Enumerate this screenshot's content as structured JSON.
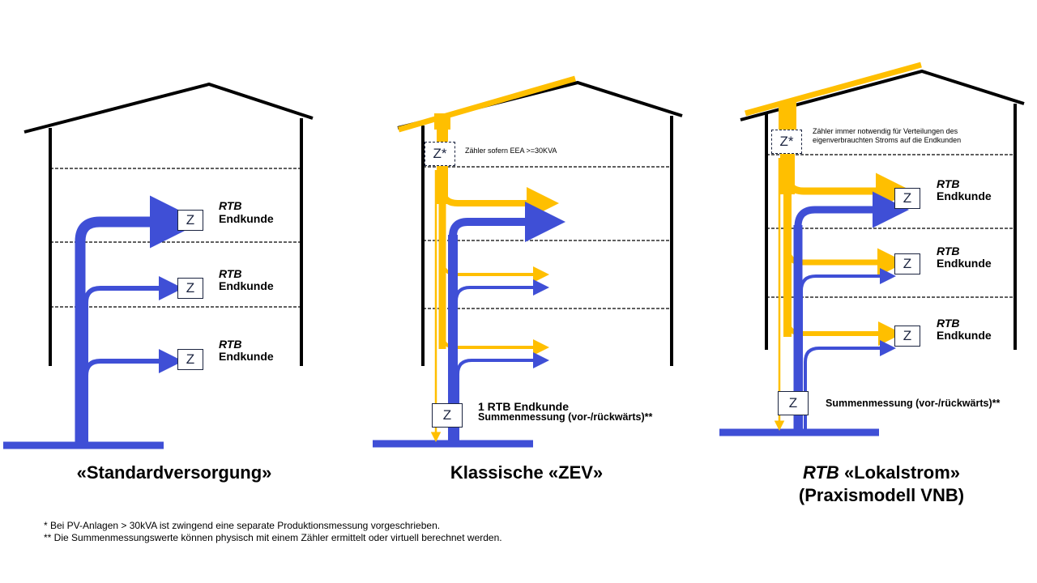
{
  "colors": {
    "blue": "#3f4fd6",
    "yellow": "#ffbf00",
    "line": "#000000",
    "meter_border": "#1b2440"
  },
  "meter_letter": "Z",
  "meter_letter_star": "Z*",
  "rtb": "RTB",
  "endkunde": "Endkunde",
  "standard": {
    "title": "«Standardversorgung»"
  },
  "zev": {
    "title": "Klassische «ZEV»",
    "meter_note": "Zähler sofern EEA >=30KVA",
    "sum_line1": "1 RTB Endkunde",
    "sum_line2": "Summenmessung (vor-/rückwärts)**"
  },
  "lokal": {
    "title_rtb": "RTB",
    "title_rest": " «Lokalstrom»",
    "title_line2": "(Praxismodell VNB)",
    "meter_note_line1": "Zähler immer notwendig für Verteilungen des",
    "meter_note_line2": "eigenverbrauchten Stroms auf die Endkunden",
    "sum_label": "Summenmessung (vor-/rückwärts)**"
  },
  "footnotes": [
    "*  Bei PV-Anlagen > 30kVA ist zwingend eine separate Produktionsmessung vorgeschrieben.",
    "** Die Summenmessungswerte können physisch mit einem Zähler ermittelt oder virtuell berechnet werden."
  ]
}
